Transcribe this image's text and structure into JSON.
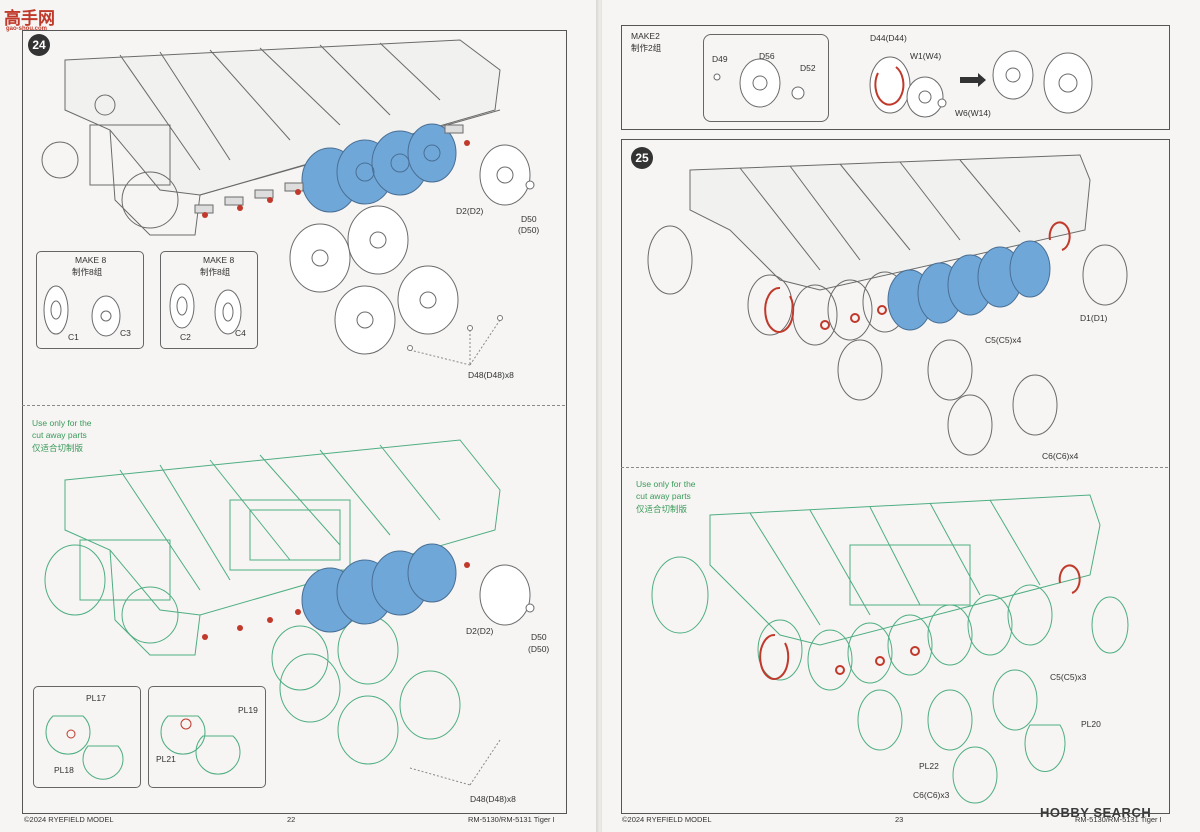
{
  "watermark_top": {
    "logo_text": "高手网",
    "url": "gao-shou.com"
  },
  "watermark_bottom": {
    "text": "HOBBY SEARCH"
  },
  "left_page": {
    "step_number": "24",
    "make_box_1": {
      "count_en": "MAKE 8",
      "count_cn": "制作8组",
      "parts": [
        "C1",
        "C3"
      ]
    },
    "make_box_2": {
      "count_en": "MAKE 8",
      "count_cn": "制作8组",
      "parts": [
        "C2",
        "C4"
      ]
    },
    "labels_top": {
      "part_d2": "D2(D2)",
      "part_d50_line1": "D50",
      "part_d50_line2": "(D50)",
      "part_d48": "D48(D48)x8"
    },
    "cutaway_note": {
      "line1": "Use only for the",
      "line2": "cut away parts",
      "line3": "仅适合切制版"
    },
    "labels_bottom": {
      "part_d2": "D2(D2)",
      "part_d50_line1": "D50",
      "part_d50_line2": "(D50)",
      "part_d48": "D48(D48)x8"
    },
    "pl_box_1": [
      "PL17",
      "PL18"
    ],
    "pl_box_2": [
      "PL19",
      "PL21"
    ],
    "footer": {
      "copyright": "©2024 RYEFIELD MODEL",
      "page_number": "22",
      "model": "RM-5130/RM-5131 Tiger I"
    }
  },
  "right_page": {
    "make_box": {
      "count_en": "MAKE2",
      "count_cn": "制作2组",
      "parts": {
        "d49": "D49",
        "d56": "D56",
        "d52": "D52",
        "d44": "D44(D44)",
        "w1": "W1(W4)",
        "w6": "W6(W14)"
      }
    },
    "step_number": "25",
    "labels_top": {
      "part_d1": "D1(D1)",
      "part_c5": "C5(C5)x4",
      "part_c6": "C6(C6)x4"
    },
    "cutaway_note": {
      "line1": "Use only for the",
      "line2": "cut away parts",
      "line3": "仅适合切制版"
    },
    "labels_bottom": {
      "part_c5": "C5(C5)x3",
      "part_pl20": "PL20",
      "part_pl22": "PL22",
      "part_c6": "C6(C6)x3"
    },
    "footer": {
      "copyright": "©2024 RYEFIELD MODEL",
      "page_number": "23",
      "model": "RM-5130/RM-5131 Tiger I"
    }
  },
  "colors": {
    "highlight_blue": "#6fa8d8",
    "cutaway_green": "#4fae82",
    "accent_red": "#c0392b",
    "line_gray": "#6b6b6b"
  }
}
